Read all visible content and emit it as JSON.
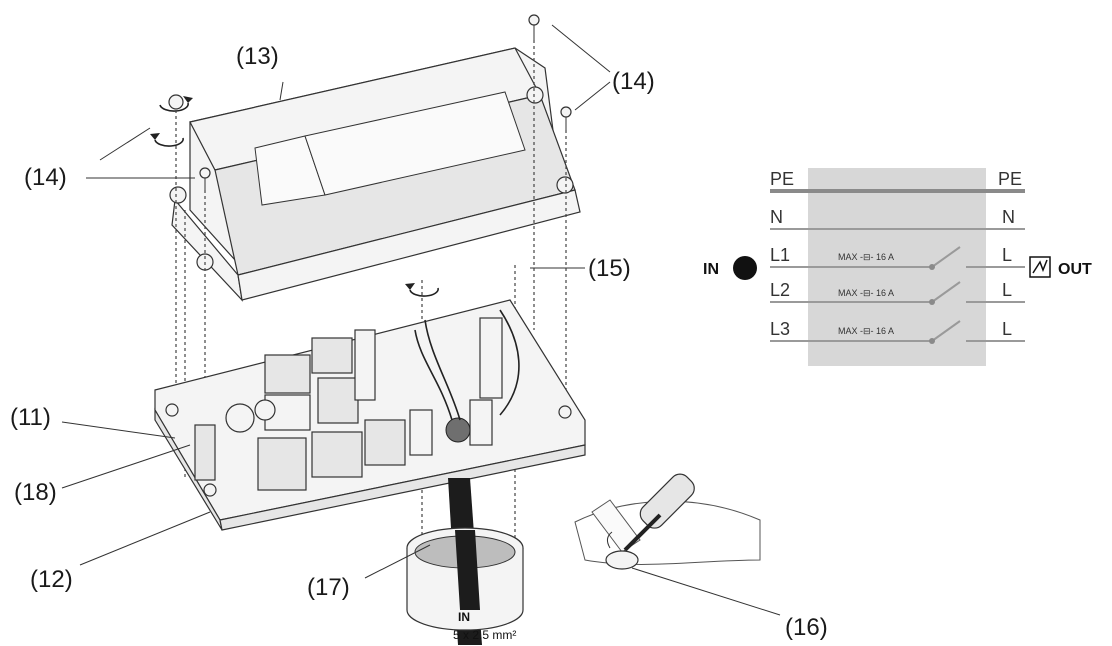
{
  "callouts": {
    "c11": "(11)",
    "c12": "(12)",
    "c13": "(13)",
    "c14a": "(14)",
    "c14b": "(14)",
    "c15": "(15)",
    "c16": "(16)",
    "c17": "(17)",
    "c18": "(18)"
  },
  "cable": {
    "label": "IN",
    "spec": "5 x 2.5 mm²"
  },
  "wiring": {
    "in_label": "IN",
    "out_label": "OUT",
    "left_terminals": [
      "PE",
      "N",
      "L1",
      "L2",
      "L3"
    ],
    "right_terminals": [
      "PE",
      "N",
      "L",
      "L",
      "L"
    ],
    "fuse_labels": [
      "MAX -⊟- 16 A",
      "MAX -⊟- 16 A",
      "MAX -⊟- 16 A"
    ]
  },
  "icons": {
    "in_marker": "filled-circle-icon",
    "out_marker": "ac-wave-box-icon",
    "rotate_arrows": "rotation-arrow-icon",
    "screwdriver": "screwdriver-icon"
  }
}
